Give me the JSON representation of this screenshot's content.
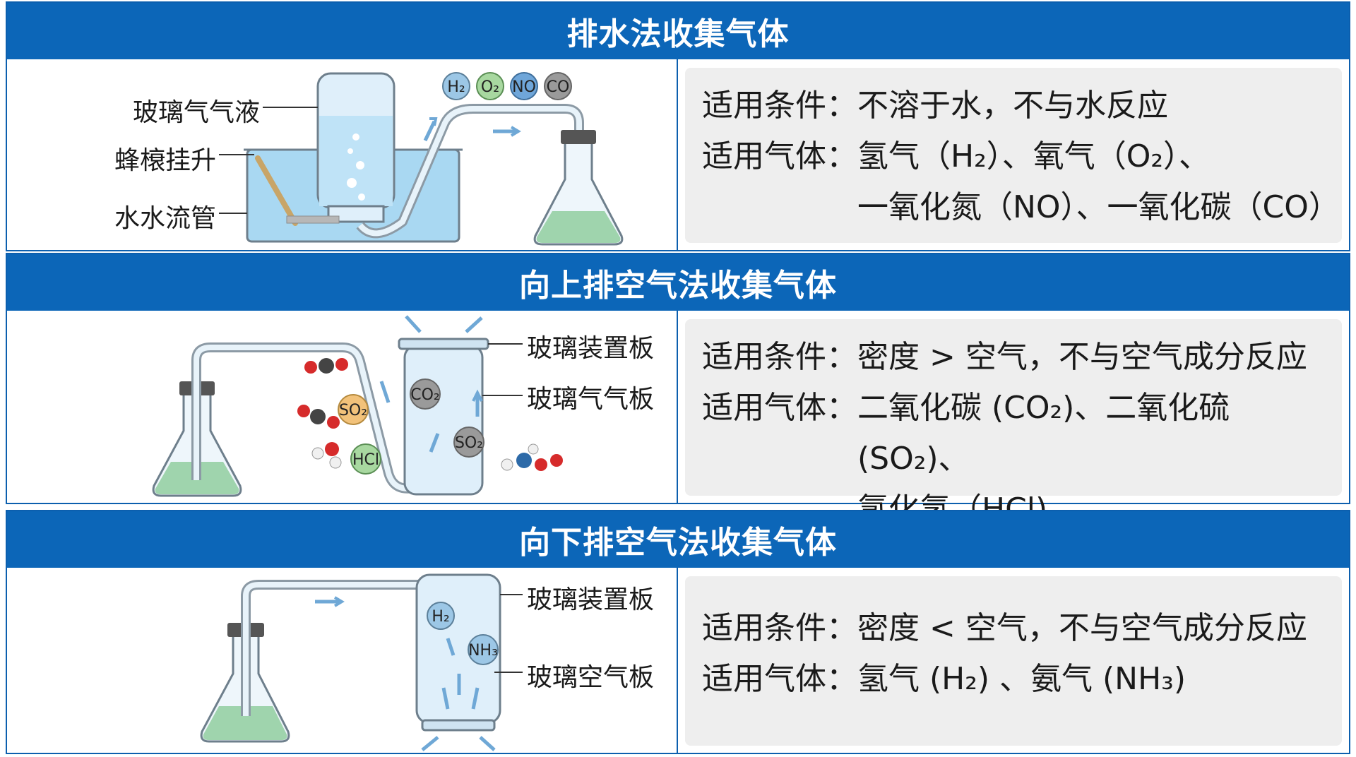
{
  "sections": [
    {
      "title": "排水法收集气体",
      "labels": [
        "玻璃气气液",
        "蜂榱挂升",
        "水水流管"
      ],
      "gas_chips": [
        "H₂",
        "O₂",
        "NO",
        "CO"
      ],
      "condition_key": "适用条件：",
      "condition_val": "不溶于水，不与水反应",
      "gases_key": "适用气体：",
      "gases_lines": [
        "氢气（H₂）、氧气（O₂）、",
        "一氧化氮（NO）、一氧化碳（CO）"
      ]
    },
    {
      "title": "向上排空气法收集气体",
      "labels": [
        "玻璃装置板",
        "玻璃气气板"
      ],
      "gas_chips": [
        "SO₂",
        "HCl",
        "CO₂",
        "SO₂"
      ],
      "condition_key": "适用条件：",
      "condition_val": "密度 > 空气，不与空气成分反应",
      "gases_key": "适用气体：",
      "gases_lines": [
        "二氧化碳 (CO₂)、二氧化硫 (SO₂)、",
        "氯化氢（HCl)"
      ]
    },
    {
      "title": "向下排空气法收集气体",
      "labels": [
        "玻璃装置板",
        "玻璃空气板"
      ],
      "gas_chips": [
        "H₂",
        "NH₃"
      ],
      "condition_key": "适用条件：",
      "condition_val": "密度 < 空气，不与空气成分反应",
      "gases_key": "适用气体：",
      "gases_lines": [
        "氢气 (H₂) 、氨气 (NH₃)"
      ]
    }
  ],
  "colors": {
    "header_bg": "#0c66b8",
    "water": "#a9d8f2",
    "liquid_green": "#9fd4ad",
    "chip_blue": "#9cc7e6",
    "chip_green": "#a8d8a0",
    "chip_orange": "#f2c27a",
    "chip_grey": "#9a9a9a"
  }
}
